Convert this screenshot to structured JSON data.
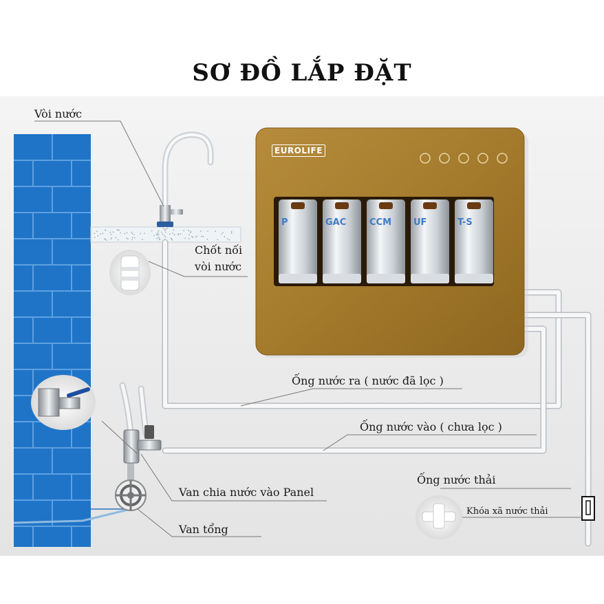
{
  "title": "SƠ ĐỒ LẮP ĐẶT",
  "brand": "EUROLIFE",
  "cartridges": [
    "P",
    "GAC",
    "CCM",
    "UF",
    "T-S"
  ],
  "labels": {
    "faucet": "Vòi nước",
    "faucet_connector_line1": "Chốt nối",
    "faucet_connector_line2": "vòi nước",
    "outlet_pipe": "Ống nước ra ( nước đã lọc )",
    "inlet_pipe": "Ống nước vào ( chưa lọc )",
    "waste_pipe": "Ống nước thải",
    "waste_valve": "Khóa xã nước thải",
    "split_valve": "Van chia nước vào Panel",
    "main_valve": "Van tổng"
  },
  "colors": {
    "wall_blue": "#1f74c8",
    "panel_gold": "#a47a2c",
    "pipe": "#f6f6f6",
    "background": "#e9e9e9"
  }
}
